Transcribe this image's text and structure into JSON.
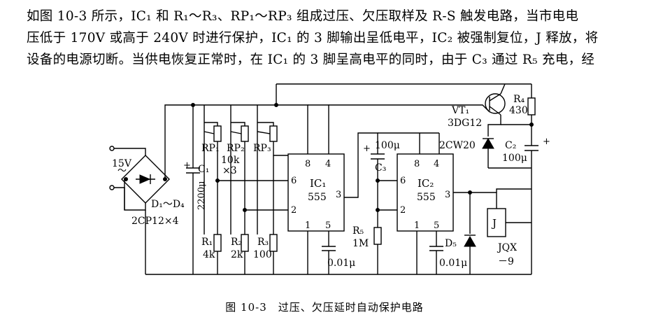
{
  "paragraph": {
    "line1": "如图 10-3 所示，IC₁ 和 R₁～R₃、RP₁～RP₃ 组成过压、欠压取样及 R-S 触发电路，当市电电",
    "line2": "压低于 170V 或高于 240V 时进行保护，IC₁ 的 3 脚输出呈低电平，IC₂ 被强制复位，J 释放，将",
    "line3": "设备的电源切断。当供电恢复正常时，在 IC₁ 的 3 脚呈高电平的同时，由于 C₃ 通过 R₅ 充电，经"
  },
  "caption": "图 10-3　过压、欠压延时自动保护电路",
  "labels": {
    "supply": "15V",
    "tilde": "～",
    "diode_range": "D₁～D₄",
    "diode_type": "2CP12×4",
    "c1": "C₁",
    "c1_value": "2200μ",
    "rp1": "RP₁",
    "rp2": "RP₂",
    "rp3": "RP₃",
    "rp_value": "10k",
    "rp_count": "×3",
    "r1": "R₁",
    "r1_value": "4k",
    "r2": "R₂",
    "r2_value": "2k",
    "r3": "R₃",
    "r3_value": "100",
    "ic1": "IC₁",
    "ic2": "IC₂",
    "chip": "555",
    "pin8": "8",
    "pin4": "4",
    "pin6": "6",
    "pin2": "2",
    "pin3": "3",
    "pin1": "1",
    "pin5": "5",
    "c3": "C₃",
    "c3_value": "100μ",
    "r5": "R₅",
    "r5_value": "1M",
    "c_small": "0.01μ",
    "d5": "D₅",
    "vt1": "VT₁",
    "vt1_type": "3DG12",
    "r4": "R₄",
    "r4_value": "430",
    "zener": "2CW20",
    "c2": "C₂",
    "c2_value": "100μ",
    "relay": "J",
    "relay_type": "JQX",
    "relay_num": "－9",
    "plus": "+"
  }
}
